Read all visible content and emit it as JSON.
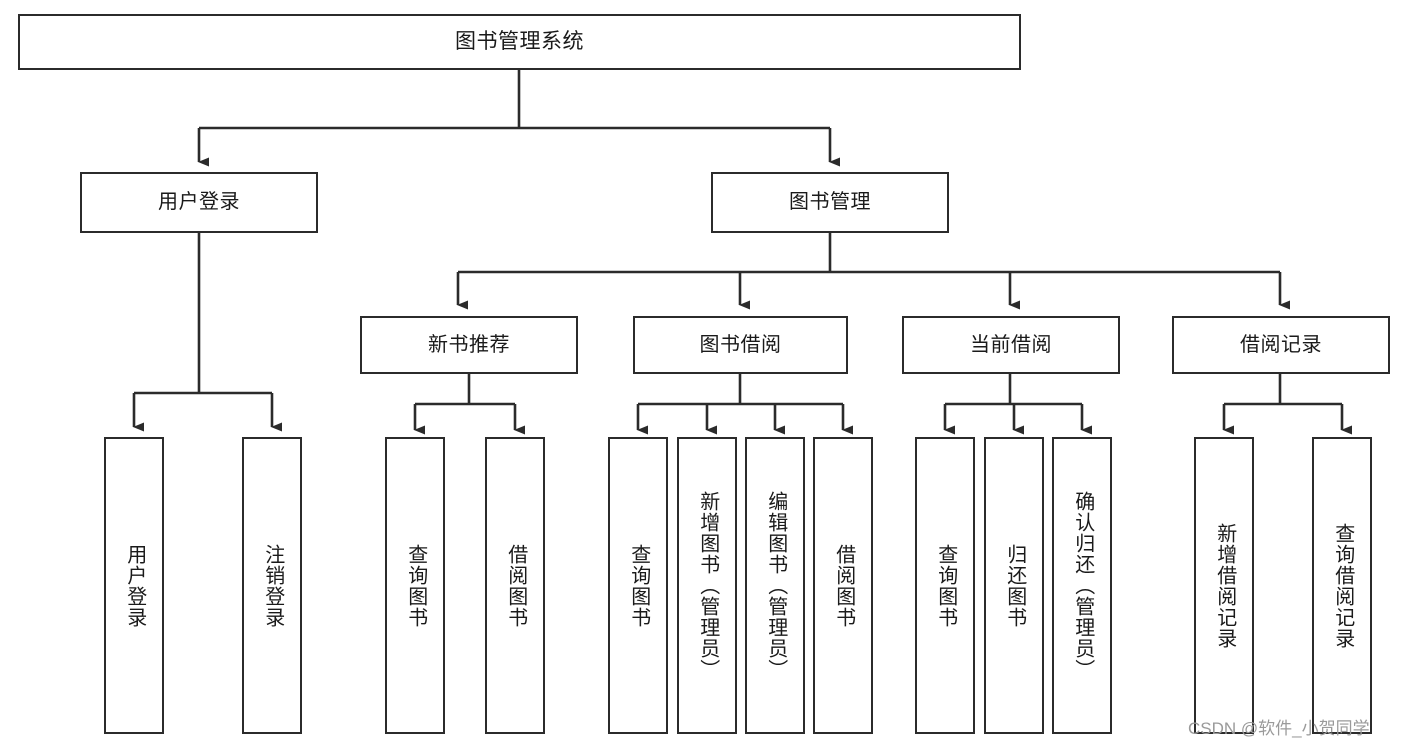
{
  "diagram": {
    "title": "图书管理系统",
    "type": "tree-hierarchy",
    "root": {
      "label": "图书管理系统"
    },
    "level1": [
      {
        "label": "用户登录"
      },
      {
        "label": "图书管理"
      }
    ],
    "level2": [
      {
        "label": "新书推荐"
      },
      {
        "label": "图书借阅"
      },
      {
        "label": "当前借阅"
      },
      {
        "label": "借阅记录"
      }
    ],
    "leaves": {
      "user_login": [
        {
          "label": "用户登录"
        },
        {
          "label": "注销登录"
        }
      ],
      "new_book_recommend": [
        {
          "label": "查询图书"
        },
        {
          "label": "借阅图书"
        }
      ],
      "book_borrow": [
        {
          "label": "查询图书"
        },
        {
          "label": "新增图书（管理员）"
        },
        {
          "label": "编辑图书（管理员）"
        },
        {
          "label": "借阅图书"
        }
      ],
      "current_borrow": [
        {
          "label": "查询图书"
        },
        {
          "label": "归还图书"
        },
        {
          "label": "确认归还（管理员）"
        }
      ],
      "borrow_record": [
        {
          "label": "新增借阅记录"
        },
        {
          "label": "查询借阅记录"
        }
      ]
    }
  },
  "watermark": {
    "text": "CSDN @软件_小贺同学"
  },
  "colors": {
    "stroke": "#2b2b2b",
    "fill": "#ffffff",
    "text": "#1a1a1a",
    "watermark": "#9a9a9a"
  }
}
